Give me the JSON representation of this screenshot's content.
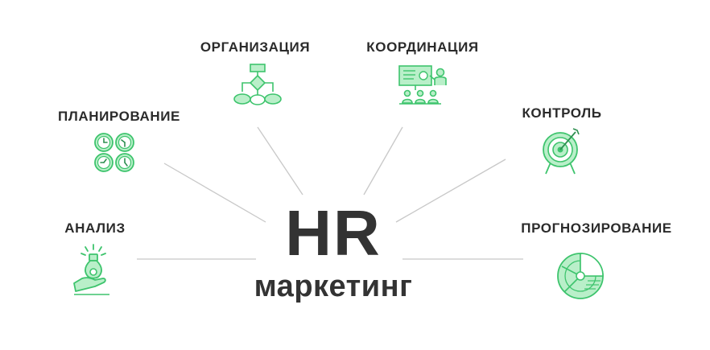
{
  "center": {
    "title": "HR",
    "subtitle": "маркетинг"
  },
  "nodes": [
    {
      "id": "analysis",
      "label": "АНАЛИЗ",
      "icon": "lightbulb-hand-icon"
    },
    {
      "id": "planning",
      "label": "ПЛАНИРОВАНИЕ",
      "icon": "clocks-grid-icon"
    },
    {
      "id": "organization",
      "label": "ОРГАНИЗАЦИЯ",
      "icon": "flowchart-icon"
    },
    {
      "id": "coordination",
      "label": "КООРДИНАЦИЯ",
      "icon": "presentation-icon"
    },
    {
      "id": "control",
      "label": "КОНТРОЛЬ",
      "icon": "target-icon"
    },
    {
      "id": "forecasting",
      "label": "ПРОГНОЗИРОВАНИЕ",
      "icon": "pie-chart-icon"
    }
  ],
  "colors": {
    "icon_green": "#3ec46d",
    "icon_fill": "#b9efc9",
    "text": "#2b2b2b",
    "line": "#c8c8c8"
  }
}
